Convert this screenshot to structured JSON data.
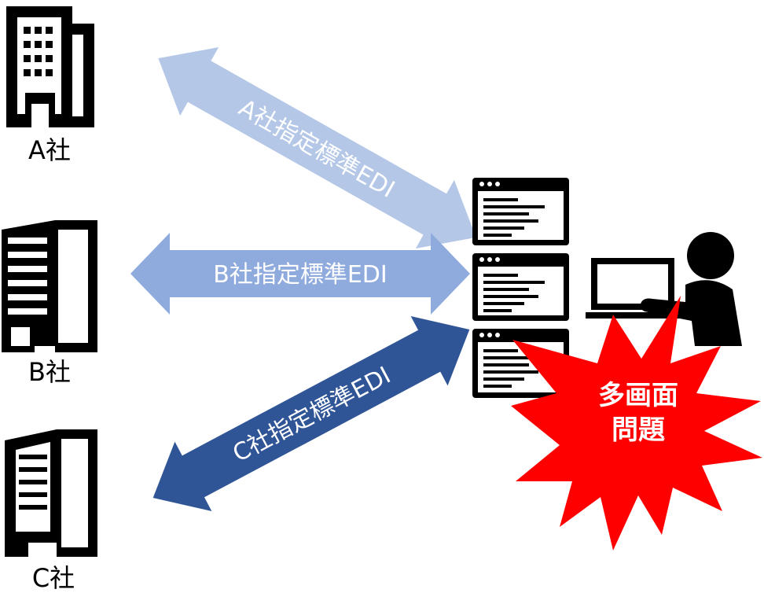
{
  "companies": [
    {
      "label": "A社",
      "icon": "building-icon"
    },
    {
      "label": "B社",
      "icon": "building-icon"
    },
    {
      "label": "C社",
      "icon": "building-icon"
    }
  ],
  "arrows": [
    {
      "label": "A社指定標準EDI",
      "color": "#b4c7e7"
    },
    {
      "label": "B社指定標準EDI",
      "color": "#8faadc"
    },
    {
      "label": "C社指定標準EDI",
      "color": "#2f5597"
    }
  ],
  "burst": {
    "line1": "多画面",
    "line2": "問題",
    "color": "#ff0000"
  },
  "icons": {
    "windows": "browser-window-icon",
    "computer": "laptop-icon",
    "person": "person-icon"
  }
}
